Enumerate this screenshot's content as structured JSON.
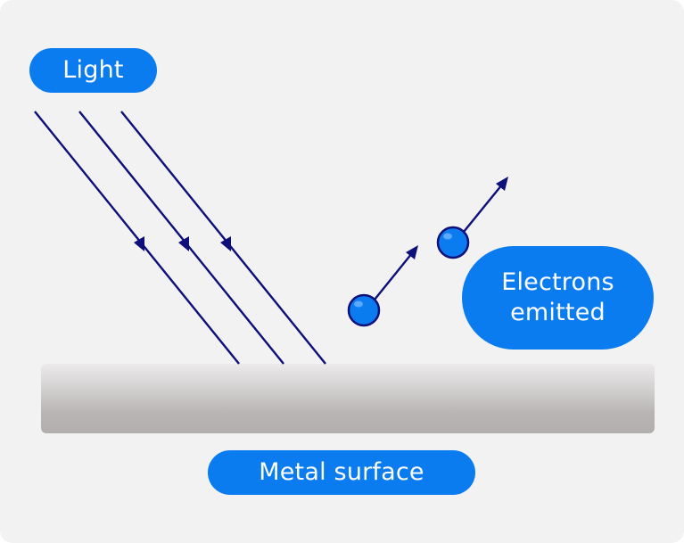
{
  "labels": {
    "light": "Light",
    "electrons_line1": "Electrons",
    "electrons_line2": "emitted",
    "metal": "Metal surface"
  },
  "colors": {
    "background": "#f2f2f2",
    "label_fill": "#0a7cf0",
    "label_text": "#ffffff",
    "ray_stroke": "#0d0f7a",
    "electron_fill": "#0a7cf0",
    "electron_outline": "#0d0f7a",
    "metal_top": "#ecebeb",
    "metal_bottom": "#b2aeae"
  },
  "light_ray_count": 3,
  "emitted_electron_count": 2
}
